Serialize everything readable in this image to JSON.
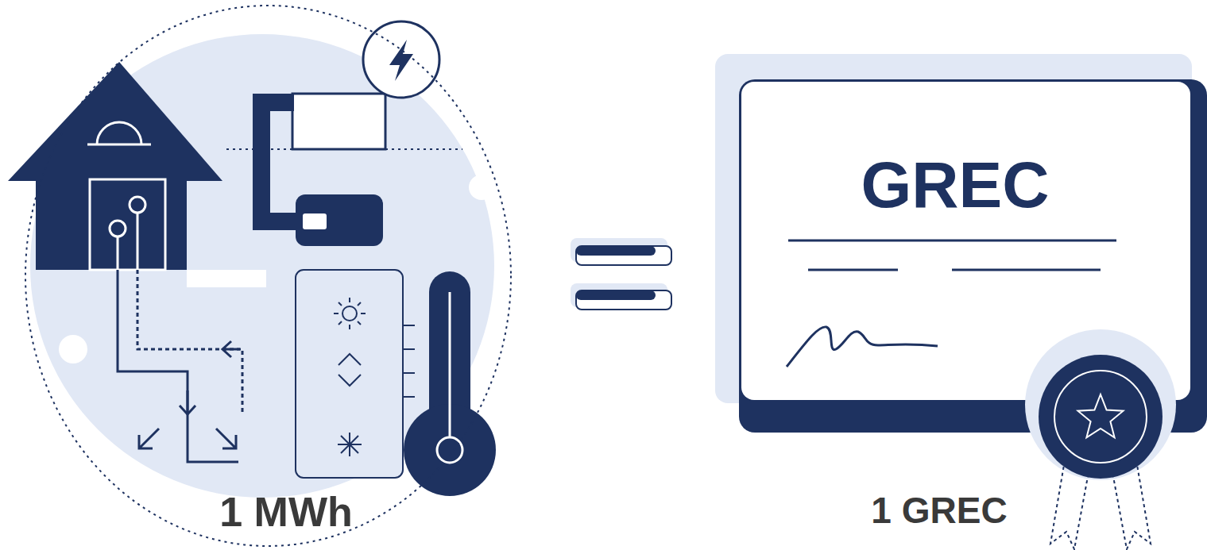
{
  "diagram": {
    "nodes": [
      {
        "text": [
          "1 MWh"
        ]
      },
      {
        "text": [
          "GREC",
          "1 GREC"
        ]
      }
    ]
  }
}
